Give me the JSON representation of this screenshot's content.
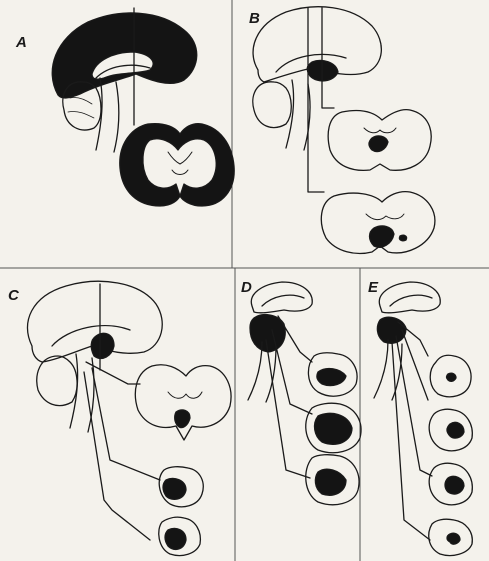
{
  "panels": {
    "a": {
      "label": "A"
    },
    "b": {
      "label": "B"
    },
    "c": {
      "label": "C"
    },
    "d": {
      "label": "D"
    },
    "e": {
      "label": "E"
    }
  },
  "colors": {
    "ink": "#1a1a1a",
    "paper": "#f4f2ec",
    "lesion": "#141414"
  }
}
